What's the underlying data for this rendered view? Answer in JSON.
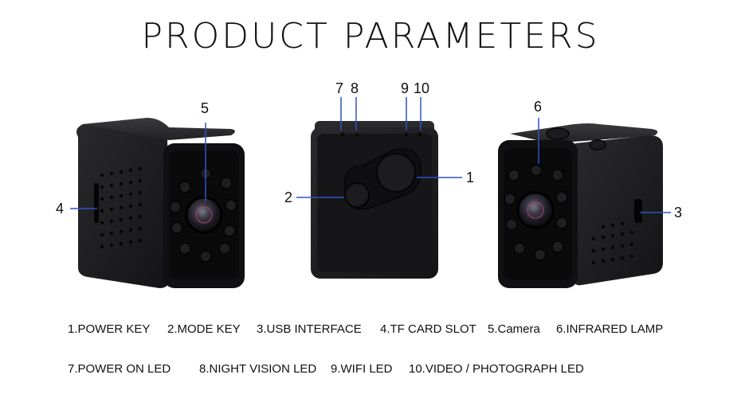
{
  "title": "PRODUCT PARAMETERS",
  "callouts": {
    "c1": "1",
    "c2": "2",
    "c3": "3",
    "c4": "4",
    "c5": "5",
    "c6": "6",
    "c7": "7",
    "c8": "8",
    "c9": "9",
    "c10": "10"
  },
  "legend": {
    "row1": [
      "1.POWER KEY",
      "2.MODE KEY",
      "3.USB INTERFACE",
      "4.TF CARD SLOT",
      "5.Camera",
      "6.INFRARED LAMP"
    ],
    "row2": [
      "7.POWER ON LED",
      "8.NIGHT VISION LED",
      "9.WIFI LED",
      "10.VIDEO / PHOTOGRAPH LED"
    ]
  },
  "colors": {
    "camera_body": "#1b1b1d",
    "camera_face": "#0c0c0d",
    "callout_line": "#2a56c6",
    "lens_accent": "#b34a7a"
  }
}
